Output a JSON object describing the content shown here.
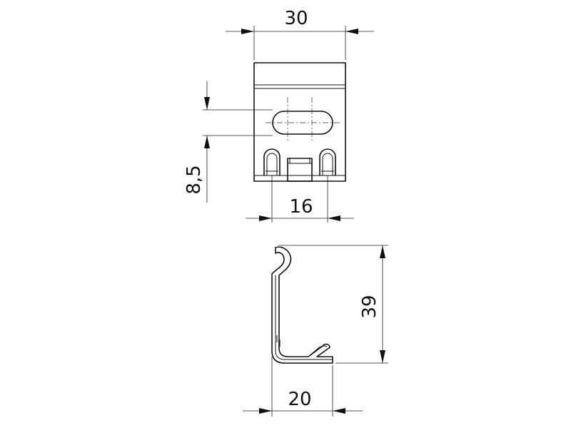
{
  "dimensions": {
    "top_width": "30",
    "side_height": "8,5",
    "slot_spacing": "16",
    "profile_height": "39",
    "profile_width": "20"
  },
  "colors": {
    "line": "#111111",
    "background": "#ffffff"
  }
}
